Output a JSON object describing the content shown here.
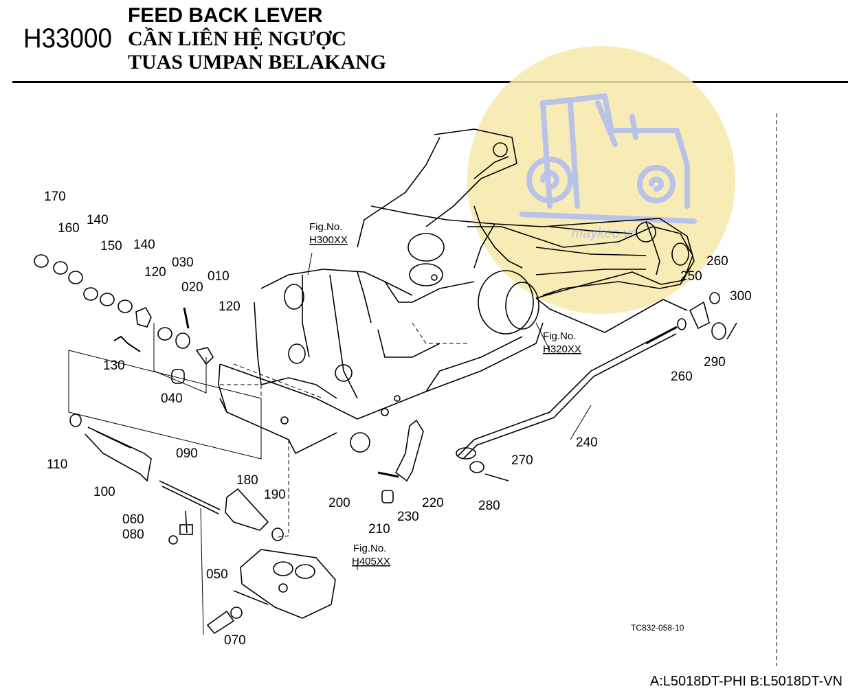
{
  "header": {
    "code": "H33000",
    "title_en": "FEED BACK LEVER",
    "title_vi": "CẦN LIÊN HỆ NGƯỢC",
    "title_ms": "TUAS UMPAN BELAKANG"
  },
  "watermark": {
    "text": "maykeo.vn",
    "circle_color": "#f6e9a8",
    "icon_color": "#b9c3ea"
  },
  "figure_refs": [
    {
      "line1": "Fig.No.",
      "line2": "H300XX"
    },
    {
      "line1": "Fig.No.",
      "line2": "H320XX"
    },
    {
      "line1": "Fig.No.",
      "line2": "H405XX"
    }
  ],
  "part_labels": [
    "170",
    "160",
    "140",
    "150",
    "140",
    "120",
    "030",
    "020",
    "010",
    "120",
    "130",
    "040",
    "110",
    "100",
    "090",
    "060",
    "080",
    "180",
    "190",
    "050",
    "070",
    "200",
    "210",
    "230",
    "220",
    "240",
    "250",
    "260",
    "300",
    "260",
    "290",
    "270",
    "280"
  ],
  "drawing_code": "TC832-058-10",
  "footer": {
    "models": "A:L5018DT-PHI B:L5018DT-VN"
  }
}
